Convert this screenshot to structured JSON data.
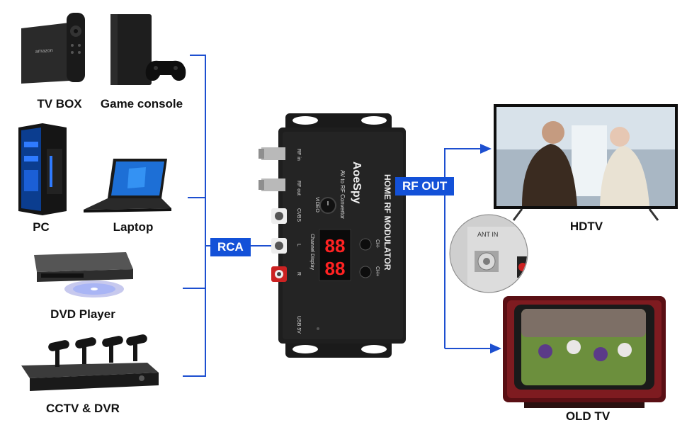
{
  "devices": {
    "tv_box": "TV BOX",
    "game_console": "Game console",
    "pc": "PC",
    "laptop": "Laptop",
    "dvd_player": "DVD Player",
    "cctv_dvr": "CCTV & DVR"
  },
  "connections": {
    "rca": "RCA",
    "rf_out": "RF OUT"
  },
  "outputs": {
    "hdtv": "HDTV",
    "old_tv": "OLD TV",
    "ant_in": "ANT IN"
  },
  "modulator": {
    "brand": "AoeSpy",
    "title": "HOME RF MODULATOR",
    "subtitle": "AV to RF Convertor",
    "rf_in": "RF in",
    "rf_out": "RF out",
    "cvbs": "CVBS",
    "l": "L",
    "r": "R",
    "video": "VIDEO",
    "channel_display": "Channel Display",
    "ch_minus": "CH-",
    "ch_plus": "CH+",
    "usb": "USB 5V",
    "digit1": "88",
    "digit2": "88"
  },
  "devices_misc": {
    "amazon": "amazon"
  },
  "colors": {
    "line": "#1d4fd0",
    "tag": "#1351d8",
    "device_body": "#1b1b1b"
  }
}
